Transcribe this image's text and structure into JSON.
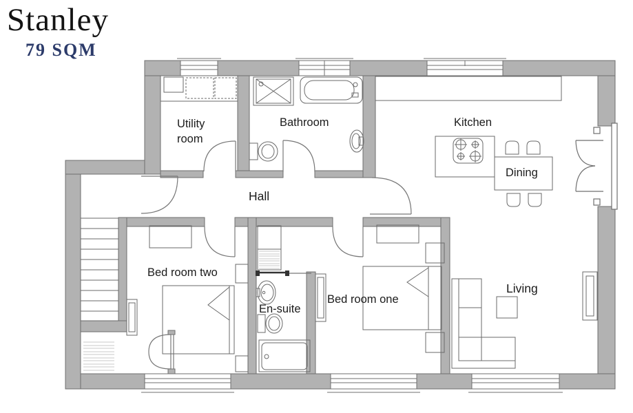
{
  "header": {
    "title": "Stanley",
    "area": "79 SQM"
  },
  "rooms": {
    "utility": "Utility room",
    "bathroom": "Bathroom",
    "kitchen": "Kitchen",
    "dining": "Dining",
    "hall": "Hall",
    "bedroom_two": "Bed room two",
    "ensuite": "En-suite",
    "bedroom_one": "Bed room one",
    "living": "Living"
  },
  "colors": {
    "background": "#ffffff",
    "wall_fill": "#b2b2b2",
    "wall_stroke": "#6f6f6f",
    "fixture_stroke": "#6a6a6a",
    "hatch": "#c8c8c8",
    "title_text": "#131313",
    "area_text": "#2c3b6a",
    "label_text": "#1b1b1b"
  },
  "icons": [
    "stairs",
    "doormat",
    "double-cupboard-doors",
    "door-swing",
    "window",
    "french-doors",
    "washing-machine",
    "utility-sink",
    "shower",
    "bath",
    "toilet",
    "basin",
    "towel-rail",
    "hob",
    "kitchen-counter",
    "kitchen-island",
    "dining-table",
    "chair",
    "sofa",
    "coffee-table",
    "bed",
    "duvet-fold",
    "wardrobe",
    "bedside-table",
    "radiator"
  ]
}
